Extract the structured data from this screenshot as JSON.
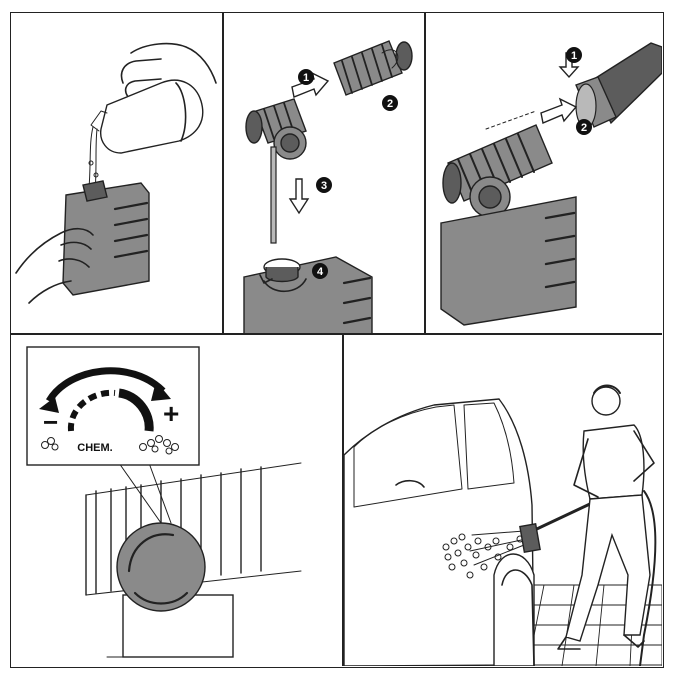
{
  "steps": {
    "panel2": [
      "1",
      "2",
      "3",
      "4"
    ],
    "panel3": [
      "1",
      "2"
    ]
  },
  "dial": {
    "label": "CHEM.",
    "minus": "−",
    "plus": "+"
  },
  "colors": {
    "line": "#222222",
    "body_gray": "#8a8a8a",
    "dark_gray": "#5c5c5c"
  }
}
